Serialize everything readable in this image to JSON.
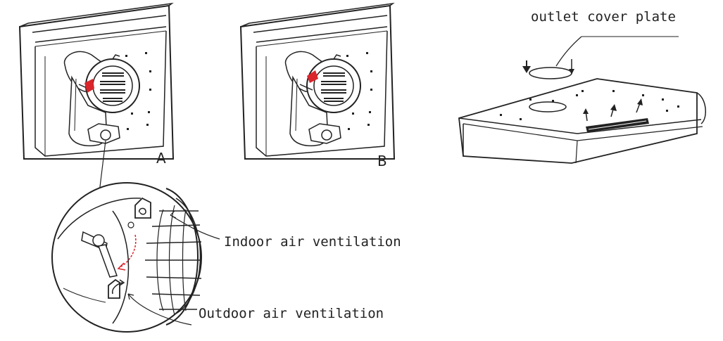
{
  "panels": {
    "a": {
      "letter": "A"
    },
    "b": {
      "letter": "B"
    }
  },
  "labels": {
    "outlet_cover": "outlet cover plate",
    "indoor": "Indoor air ventilation",
    "outdoor": "Outdoor air ventilation"
  },
  "colors": {
    "line": "#222222",
    "accent_red": "#d9252b"
  }
}
